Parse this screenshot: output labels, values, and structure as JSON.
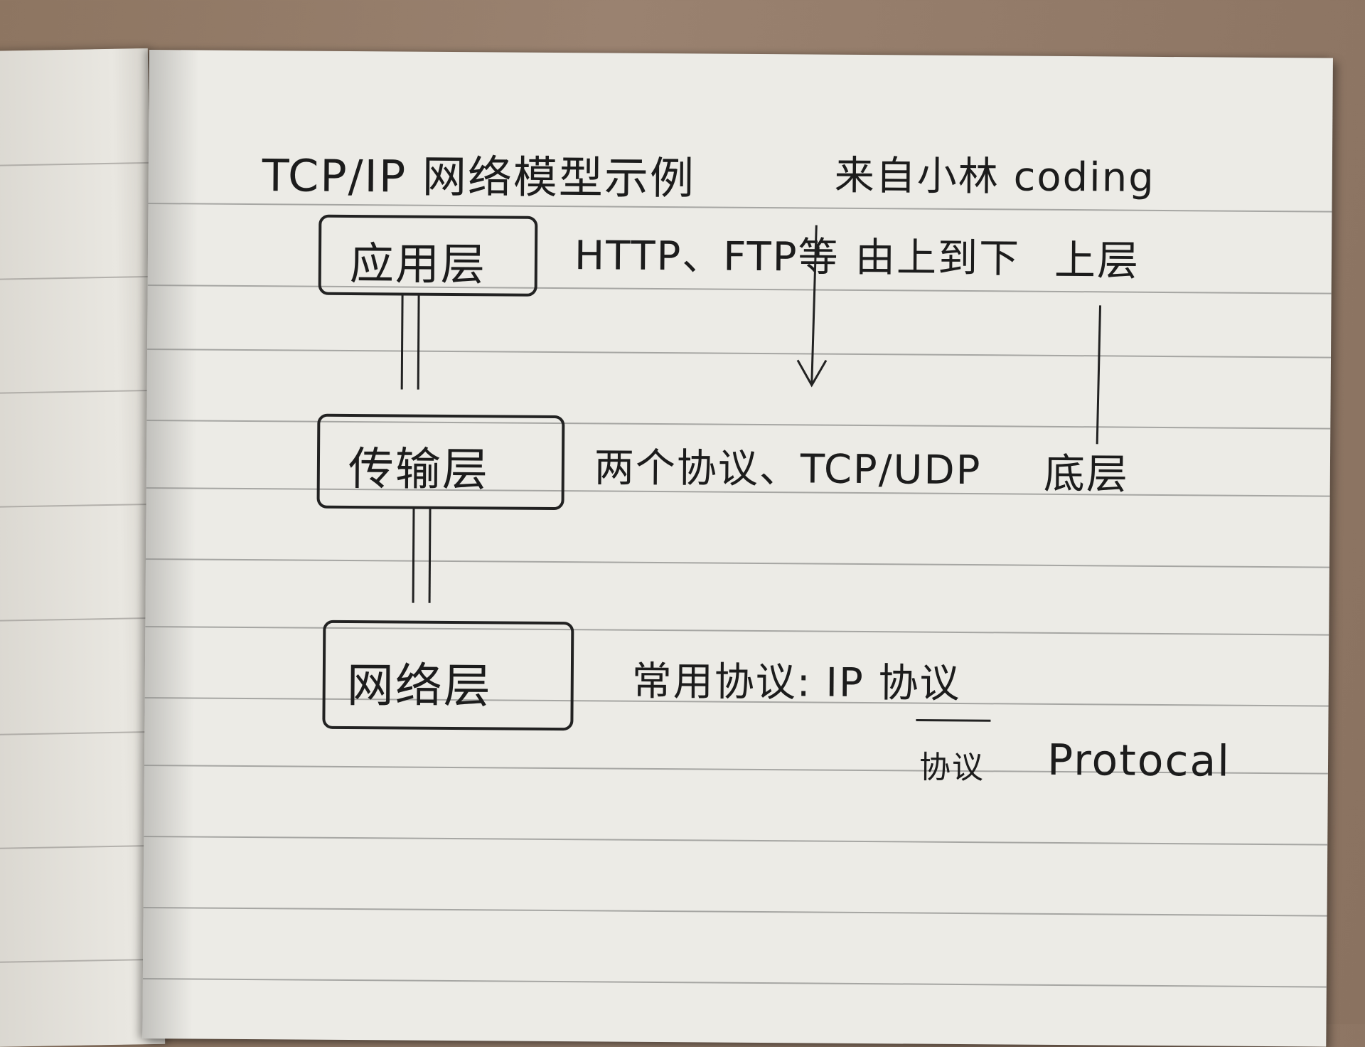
{
  "title": "TCP/IP 网络模型示例",
  "author": "来自小林 coding",
  "layers": [
    {
      "name": "应用层",
      "note": "HTTP、FTP等"
    },
    {
      "name": "传输层",
      "note": "两个协议、TCP/UDP"
    },
    {
      "name": "网络层",
      "note": "常用协议: IP 协议"
    }
  ],
  "direction_label": "由上到下",
  "top_label": "上层",
  "bottom_label": "底层",
  "glossary": {
    "term": "协议",
    "translation": "Protocal"
  }
}
